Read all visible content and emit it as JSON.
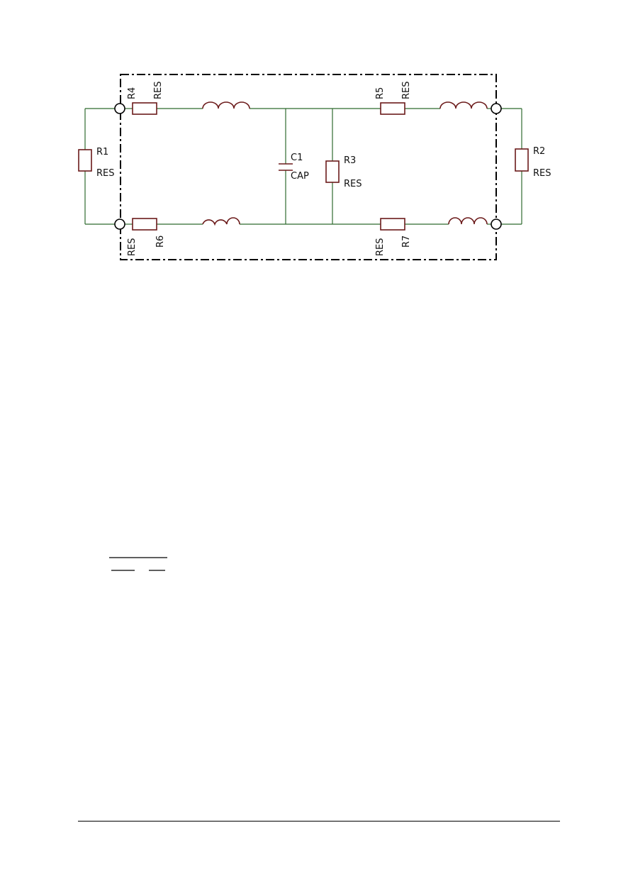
{
  "components": {
    "r1": {
      "ref": "R1",
      "value": "RES"
    },
    "r2": {
      "ref": "R2",
      "value": "RES"
    },
    "r3": {
      "ref": "R3",
      "value": "RES"
    },
    "r4": {
      "ref": "R4",
      "value": "RES"
    },
    "r5": {
      "ref": "R5",
      "value": "RES"
    },
    "r6": {
      "ref": "R6",
      "value": "RES"
    },
    "r7": {
      "ref": "R7",
      "value": "RES"
    },
    "c1": {
      "ref": "C1",
      "value": "CAP"
    }
  },
  "colors": {
    "wire": "#2e6b2e",
    "component": "#6b1a1a",
    "frame": "#000000"
  }
}
